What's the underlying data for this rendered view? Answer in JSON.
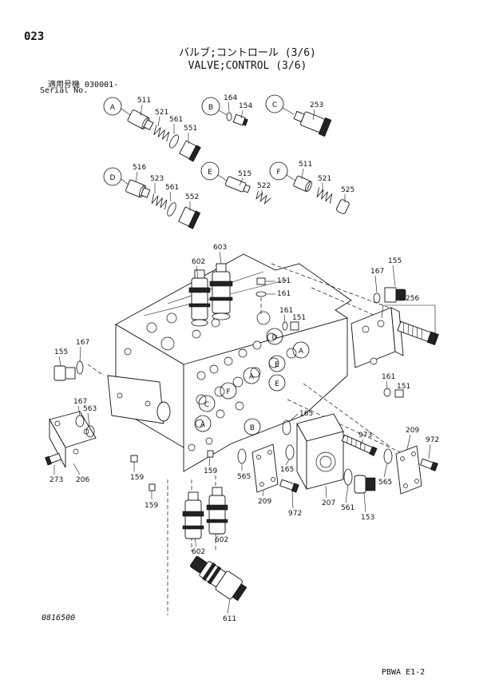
{
  "header": {
    "page_number": "023",
    "title_jp": "バルブ;コントロール (3/6)",
    "title_en": "VALVE;CONTROL (3/6)",
    "serial_jp": "適用号機  030001-",
    "serial_en": "Serial No."
  },
  "footer": {
    "drawing_number": "0816500",
    "code": "PBWA E1-2"
  },
  "callouts": {
    "A": "A",
    "B": "B",
    "C": "C",
    "D": "D",
    "E": "E",
    "F": "F"
  },
  "part_numbers": {
    "p511": "511",
    "p521": "521",
    "p561": "561",
    "p551": "551",
    "p164": "164",
    "p154": "154",
    "p253": "253",
    "p516": "516",
    "p523": "523",
    "p552": "552",
    "p515": "515",
    "p522": "522",
    "p525": "525",
    "p603": "603",
    "p602": "602",
    "p151": "151",
    "p161": "161",
    "p167": "167",
    "p155": "155",
    "p256": "256",
    "p563": "563",
    "p206": "206",
    "p273": "273",
    "p159": "159",
    "p565": "565",
    "p165": "165",
    "p209": "209",
    "p972": "972",
    "p973": "973",
    "p207": "207",
    "p153": "153",
    "p611": "611"
  }
}
